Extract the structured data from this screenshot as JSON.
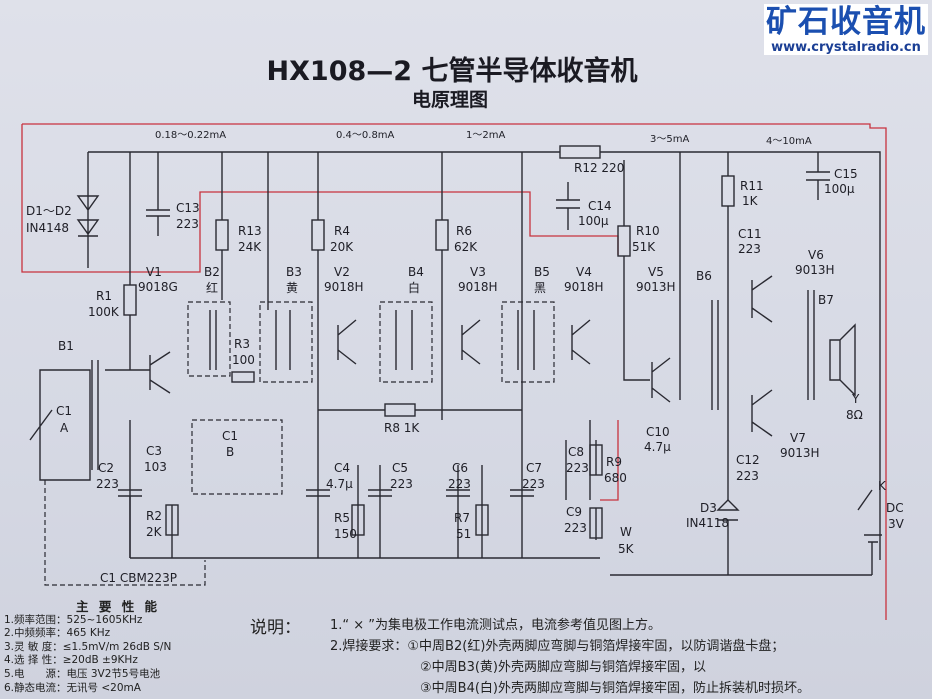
{
  "title": "HX108—2 七管半导体收音机",
  "subtitle": "电原理图",
  "currents": {
    "c1": "0.18～0.22mA",
    "c2": "0.4～0.8mA",
    "c3": "1～2mA",
    "c4": "3～5mA",
    "c5": "4～10mA"
  },
  "labels": {
    "r12": "R12 220",
    "c15a": "C15",
    "c15b": "100μ",
    "c14a": "C14",
    "c14b": "100μ",
    "r11a": "R11",
    "r11b": "1K",
    "d1a": "D1～D2",
    "d1b": "IN4148",
    "c13a": "C13",
    "c13b": "223",
    "r13a": "R13",
    "r13b": "24K",
    "r4a": "R4",
    "r4b": "20K",
    "r6a": "R6",
    "r6b": "62K",
    "r10a": "R10",
    "r10b": "51K",
    "c11a": "C11",
    "c11b": "223",
    "v6a": "V6",
    "v6b": "9013H",
    "v1a": "V1",
    "v1b": "9018G",
    "b2a": "B2",
    "b2b": "红",
    "b3a": "B3",
    "b3b": "黄",
    "v2a": "V2",
    "v2b": "9018H",
    "b4a": "B4",
    "b4b": "白",
    "v3a": "V3",
    "v3b": "9018H",
    "b5a": "B5",
    "b5b": "黑",
    "v4a": "V4",
    "v4b": "9018H",
    "v5a": "V5",
    "v5b": "9013H",
    "b6": "B6",
    "b7": "B7",
    "r1a": "R1",
    "r1b": "100K",
    "r3a": "R3",
    "r3b": "100",
    "b1": "B1",
    "c1aa": "C1",
    "c1ab": "A",
    "r8": "R8 1K",
    "c10a": "C10",
    "c10b": "4.7μ",
    "ya": "Y",
    "yb": "8Ω",
    "v7a": "V7",
    "v7b": "9013H",
    "c12a": "C12",
    "c12b": "223",
    "c1ba": "C1",
    "c1bb": "B",
    "c3a": "C3",
    "c3b": "103",
    "c2a": "C2",
    "c2b": "223",
    "c4a": "C4",
    "c4b": "4.7μ",
    "c5a": "C5",
    "c5b": "223",
    "c6a": "C6",
    "c6b": "223",
    "c7a": "C7",
    "c7b": "223",
    "c8a": "C8",
    "c8b": "223",
    "r9a": "R9",
    "r9b": "680",
    "k": "K",
    "dca": "DC",
    "dcb": "3V",
    "c9a": "C9",
    "c9b": "223",
    "d3a": "D3",
    "d3b": "IN4118",
    "r2a": "R2",
    "r2b": "2K",
    "r5a": "R5",
    "r5b": "150",
    "r7a": "R7",
    "r7b": "51",
    "wa": "W",
    "wb": "5K",
    "cbm": "C1  CBM223P"
  },
  "specs": {
    "heading": "主 要 性 能",
    "items": [
      "1.频率范围：525~1605KHz",
      "2.中频频率：465 KHz",
      "3.灵 敏 度：≤1.5mV/m  26dB S/N",
      "4.选 择 性：≥20dB  ±9KHz",
      "5.电　　源：电压 3V2节5号电池",
      "6.静态电流：无讯号 <20mA"
    ]
  },
  "notes": {
    "lead": "说明：",
    "lines": [
      "1.“ × ”为集电极工作电流测试点，电流参考值见图上方。",
      "2.焊接要求：①中周B2(红)外壳两脚应弯脚与铜箔焊接牢固，以防调谐盘卡盘；",
      "②中周B3(黄)外壳两脚应弯脚与铜箔焊接牢固，以",
      "③中周B4(白)外壳两脚应弯脚与铜箔焊接牢固，防止拆装机时损坏。"
    ]
  },
  "watermark": {
    "name": "矿石收音机",
    "url": "www.crystalradio.cn"
  },
  "colors": {
    "ink": "#2a2a32",
    "red_wire": "#c8323e",
    "paper": "#d9dce6",
    "watermark": "#1b4fb0"
  }
}
